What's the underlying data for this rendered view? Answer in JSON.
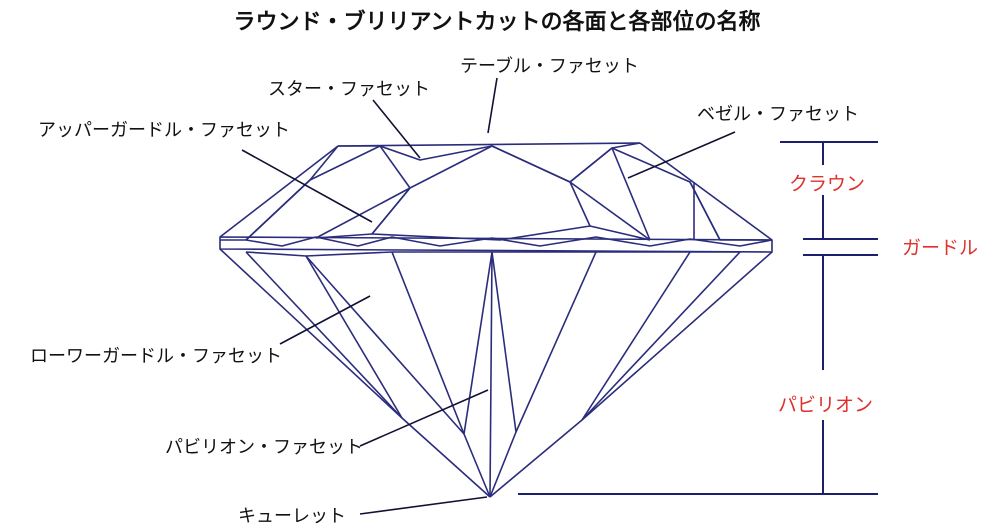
{
  "title": "ラウンド・ブリリアントカットの各面と各部位の名称",
  "facets": {
    "table": "テーブル・ファセット",
    "star": "スター・ファセット",
    "upper_girdle": "アッパーガードル・ファセット",
    "bezel": "ベゼル・ファセット",
    "lower_girdle": "ローワーガードル・ファセット",
    "pavilion": "パビリオン・ファセット",
    "culet": "キューレット"
  },
  "parts": {
    "crown": "クラウン",
    "girdle": "ガードル",
    "pavilion": "パビリオン"
  },
  "colors": {
    "diamond_line": "#2b2d7c",
    "leader_line": "#111133",
    "part_label": "#e0302a"
  }
}
